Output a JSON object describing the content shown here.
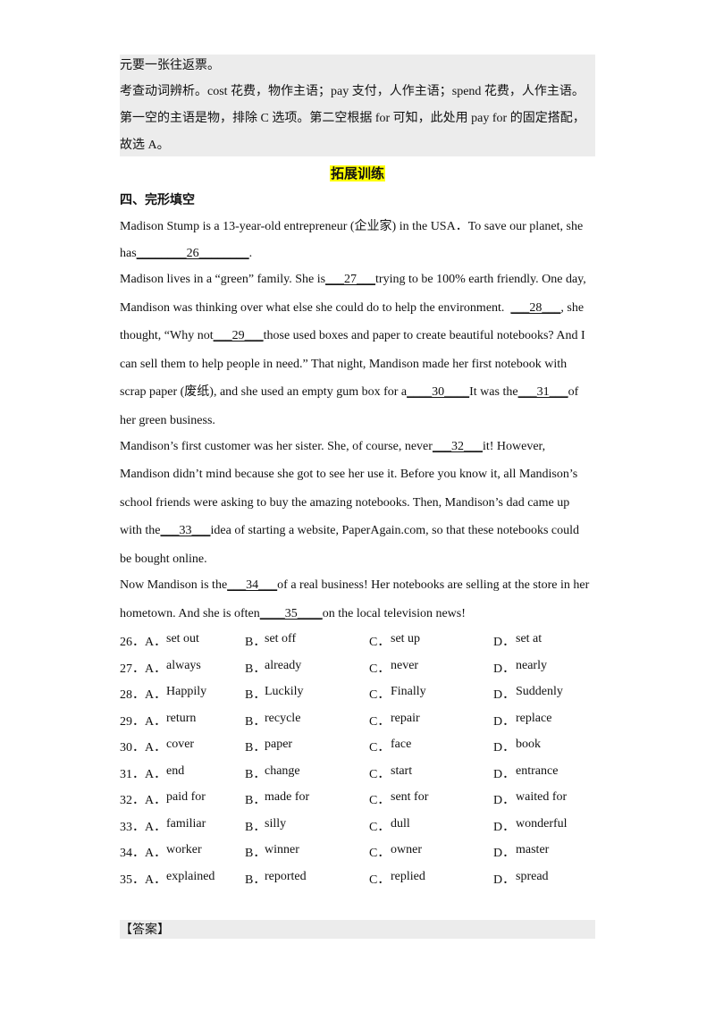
{
  "prev_explanation": {
    "line1": "元要一张往返票。",
    "line2": "考查动词辨析。cost 花费，物作主语；pay 支付，人作主语；spend 花费，人作主语。",
    "line3": "第一空的主语是物，排除 C 选项。第二空根据 for 可知，此处用 pay for 的固定搭配，",
    "line4": "故选 A。"
  },
  "heading": "拓展训练",
  "section_title": "四、完形填空",
  "passage": {
    "p1a": "Madison Stump is a 13-year-old entrepreneur (企业家) in the USA．To save our planet, she",
    "p1b_pre": "has",
    "b26": "________26________",
    "p1b_post": ".",
    "p2a_pre": "Madison lives in a “green” family. She is",
    "b27": "___27___",
    "p2a_post": "trying to be 100% earth friendly. One day,",
    "p2b_pre": "Mandison was thinking over what else she could do to help the environment.  ",
    "b28": "___28___",
    "p2b_post": ", she",
    "p2c_pre": "thought, “Why not",
    "b29": "___29___",
    "p2c_post": "those used boxes and paper to create beautiful notebooks? And I",
    "p2d": "can sell them to help people in need.” That night, Mandison made her first notebook with",
    "p2e_pre": "scrap paper (废纸), and she used an empty gum box for a",
    "b30": "____30____",
    "p2e_mid": "It was the",
    "b31": "___31___",
    "p2e_post": "of",
    "p2f": "her green business.",
    "p3a_pre": "Mandison’s first customer was her sister. She, of course, never",
    "b32": "___32___",
    "p3a_post": "it! However,",
    "p3b": "Mandison didn’t mind because she got to see her use it. Before you know it, all Mandison’s",
    "p3c": "school friends were asking to buy the amazing notebooks. Then, Mandison’s dad came up",
    "p3d_pre": "with the",
    "b33": "___33___",
    "p3d_post": "idea of starting a website, PaperAgain.com, so that these notebooks could",
    "p3e": "be bought online.",
    "p4a_pre": "Now Mandison is the",
    "b34": "___34___",
    "p4a_post": "of a real business! Her notebooks are selling at the store in her",
    "p4b_pre": "hometown. And she is often",
    "b35": "____35____",
    "p4b_post": "on the local television news!"
  },
  "options": [
    {
      "num": "26．A．",
      "a": "set out",
      "b_label": "B．",
      "b": "set off",
      "c_label": "C．",
      "c": "set up",
      "d_label": "D．",
      "d": "set at"
    },
    {
      "num": "27．A．",
      "a": "always",
      "b_label": "B．",
      "b": "already",
      "c_label": "C．",
      "c": "never",
      "d_label": "D．",
      "d": "nearly"
    },
    {
      "num": "28．A．",
      "a": "Happily",
      "b_label": "B．",
      "b": "Luckily",
      "c_label": "C．",
      "c": "Finally",
      "d_label": "D．",
      "d": "Suddenly"
    },
    {
      "num": "29．A．",
      "a": "return",
      "b_label": "B．",
      "b": "recycle",
      "c_label": "C．",
      "c": "repair",
      "d_label": "D．",
      "d": "replace"
    },
    {
      "num": "30．A．",
      "a": "cover",
      "b_label": "B．",
      "b": "paper",
      "c_label": "C．",
      "c": "face",
      "d_label": "D．",
      "d": "book"
    },
    {
      "num": "31．A．",
      "a": "end",
      "b_label": "B．",
      "b": "change",
      "c_label": "C．",
      "c": "start",
      "d_label": "D．",
      "d": "entrance"
    },
    {
      "num": "32．A．",
      "a": "paid for",
      "b_label": "B．",
      "b": "made for",
      "c_label": "C．",
      "c": "sent for",
      "d_label": "D．",
      "d": "waited for"
    },
    {
      "num": "33．A．",
      "a": "familiar",
      "b_label": "B．",
      "b": "silly",
      "c_label": "C．",
      "c": "dull",
      "d_label": "D．",
      "d": "wonderful"
    },
    {
      "num": "34．A．",
      "a": "worker",
      "b_label": "B．",
      "b": "winner",
      "c_label": "C．",
      "c": "owner",
      "d_label": "D．",
      "d": "master"
    },
    {
      "num": "35．A．",
      "a": "explained",
      "b_label": "B．",
      "b": "reported",
      "c_label": "C．",
      "c": "replied",
      "d_label": "D．",
      "d": "spread"
    }
  ],
  "answer_label": "【答案】"
}
